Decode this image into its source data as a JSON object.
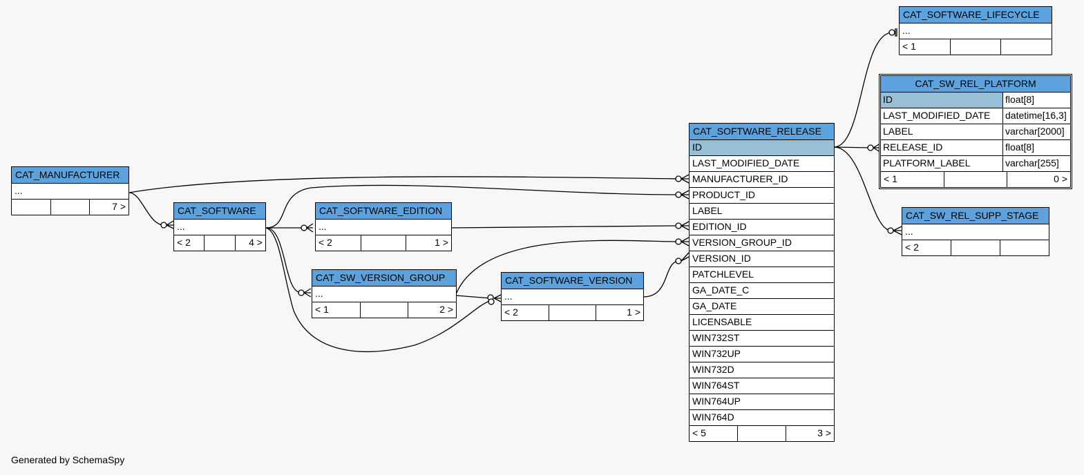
{
  "footer_text": "Generated by SchemaSpy",
  "tables": {
    "cat_manufacturer": {
      "name": "CAT_MANUFACTURER",
      "rows": [
        "..."
      ],
      "footer": [
        "",
        "",
        "7 >"
      ]
    },
    "cat_software": {
      "name": "CAT_SOFTWARE",
      "rows": [
        "..."
      ],
      "footer": [
        "< 2",
        "",
        "4 >"
      ]
    },
    "cat_software_edition": {
      "name": "CAT_SOFTWARE_EDITION",
      "rows": [
        "..."
      ],
      "footer": [
        "< 2",
        "",
        "1 >"
      ]
    },
    "cat_sw_version_group": {
      "name": "CAT_SW_VERSION_GROUP",
      "rows": [
        "..."
      ],
      "footer": [
        "< 1",
        "",
        "2 >"
      ]
    },
    "cat_software_version": {
      "name": "CAT_SOFTWARE_VERSION",
      "rows": [
        "..."
      ],
      "footer": [
        "< 2",
        "",
        "1 >"
      ]
    },
    "cat_software_release": {
      "name": "CAT_SOFTWARE_RELEASE",
      "rows": [
        "ID",
        "LAST_MODIFIED_DATE",
        "MANUFACTURER_ID",
        "PRODUCT_ID",
        "LABEL",
        "EDITION_ID",
        "VERSION_GROUP_ID",
        "VERSION_ID",
        "PATCHLEVEL",
        "GA_DATE_C",
        "GA_DATE",
        "LICENSABLE",
        "WIN732ST",
        "WIN732UP",
        "WIN732D",
        "WIN764ST",
        "WIN764UP",
        "WIN764D"
      ],
      "footer": [
        "< 5",
        "",
        "3 >"
      ]
    },
    "cat_software_lifecycle": {
      "name": "CAT_SOFTWARE_LIFECYCLE",
      "rows": [
        "..."
      ],
      "footer": [
        "< 1",
        "",
        ""
      ]
    },
    "cat_sw_rel_platform": {
      "name": "CAT_SW_REL_PLATFORM",
      "columns": [
        [
          "ID",
          "float[8]"
        ],
        [
          "LAST_MODIFIED_DATE",
          "datetime[16,3]"
        ],
        [
          "LABEL",
          "varchar[2000]"
        ],
        [
          "RELEASE_ID",
          "float[8]"
        ],
        [
          "PLATFORM_LABEL",
          "varchar[255]"
        ]
      ],
      "footer": [
        "< 1",
        "",
        "0 >"
      ]
    },
    "cat_sw_rel_supp_stage": {
      "name": "CAT_SW_REL_SUPP_STAGE",
      "rows": [
        "..."
      ],
      "footer": [
        "< 2",
        "",
        ""
      ]
    }
  }
}
